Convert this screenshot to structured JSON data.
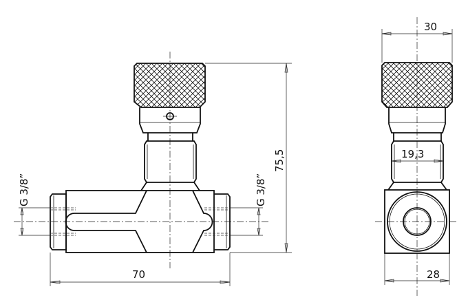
{
  "drawing": {
    "front_view": {
      "port_left_label": "G 3/8”",
      "port_right_label": "G 3/8”",
      "height_label": "75,5",
      "length_label": "70"
    },
    "side_view": {
      "knob_width_label": "30",
      "thread_width_label": "19,3",
      "body_width_label": "28"
    }
  }
}
